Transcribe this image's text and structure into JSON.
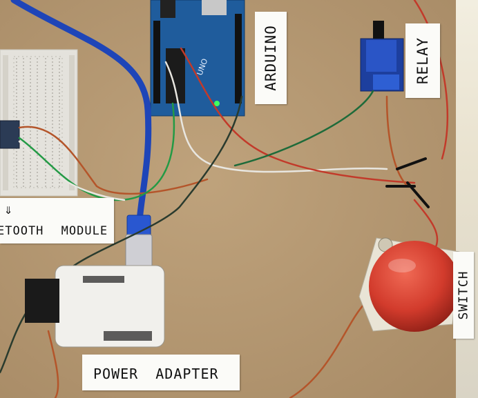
{
  "scene": {
    "labels": {
      "arduino": "ARDUINO",
      "relay": "RELAY",
      "switch": "SWITCH",
      "bluetooth_arrow": "⇓",
      "bluetooth": "ETOOTH MODULE",
      "power_adapter": "POWER ADAPTER"
    }
  },
  "colors": {
    "board": "#b89a73",
    "arduino_pcb": "#1f5c9c",
    "relay_module": "#1d3f9e",
    "usb_cable": "#1e45b8",
    "switch_button": "#d23b2c",
    "label_paper": "#fbfbf8"
  }
}
